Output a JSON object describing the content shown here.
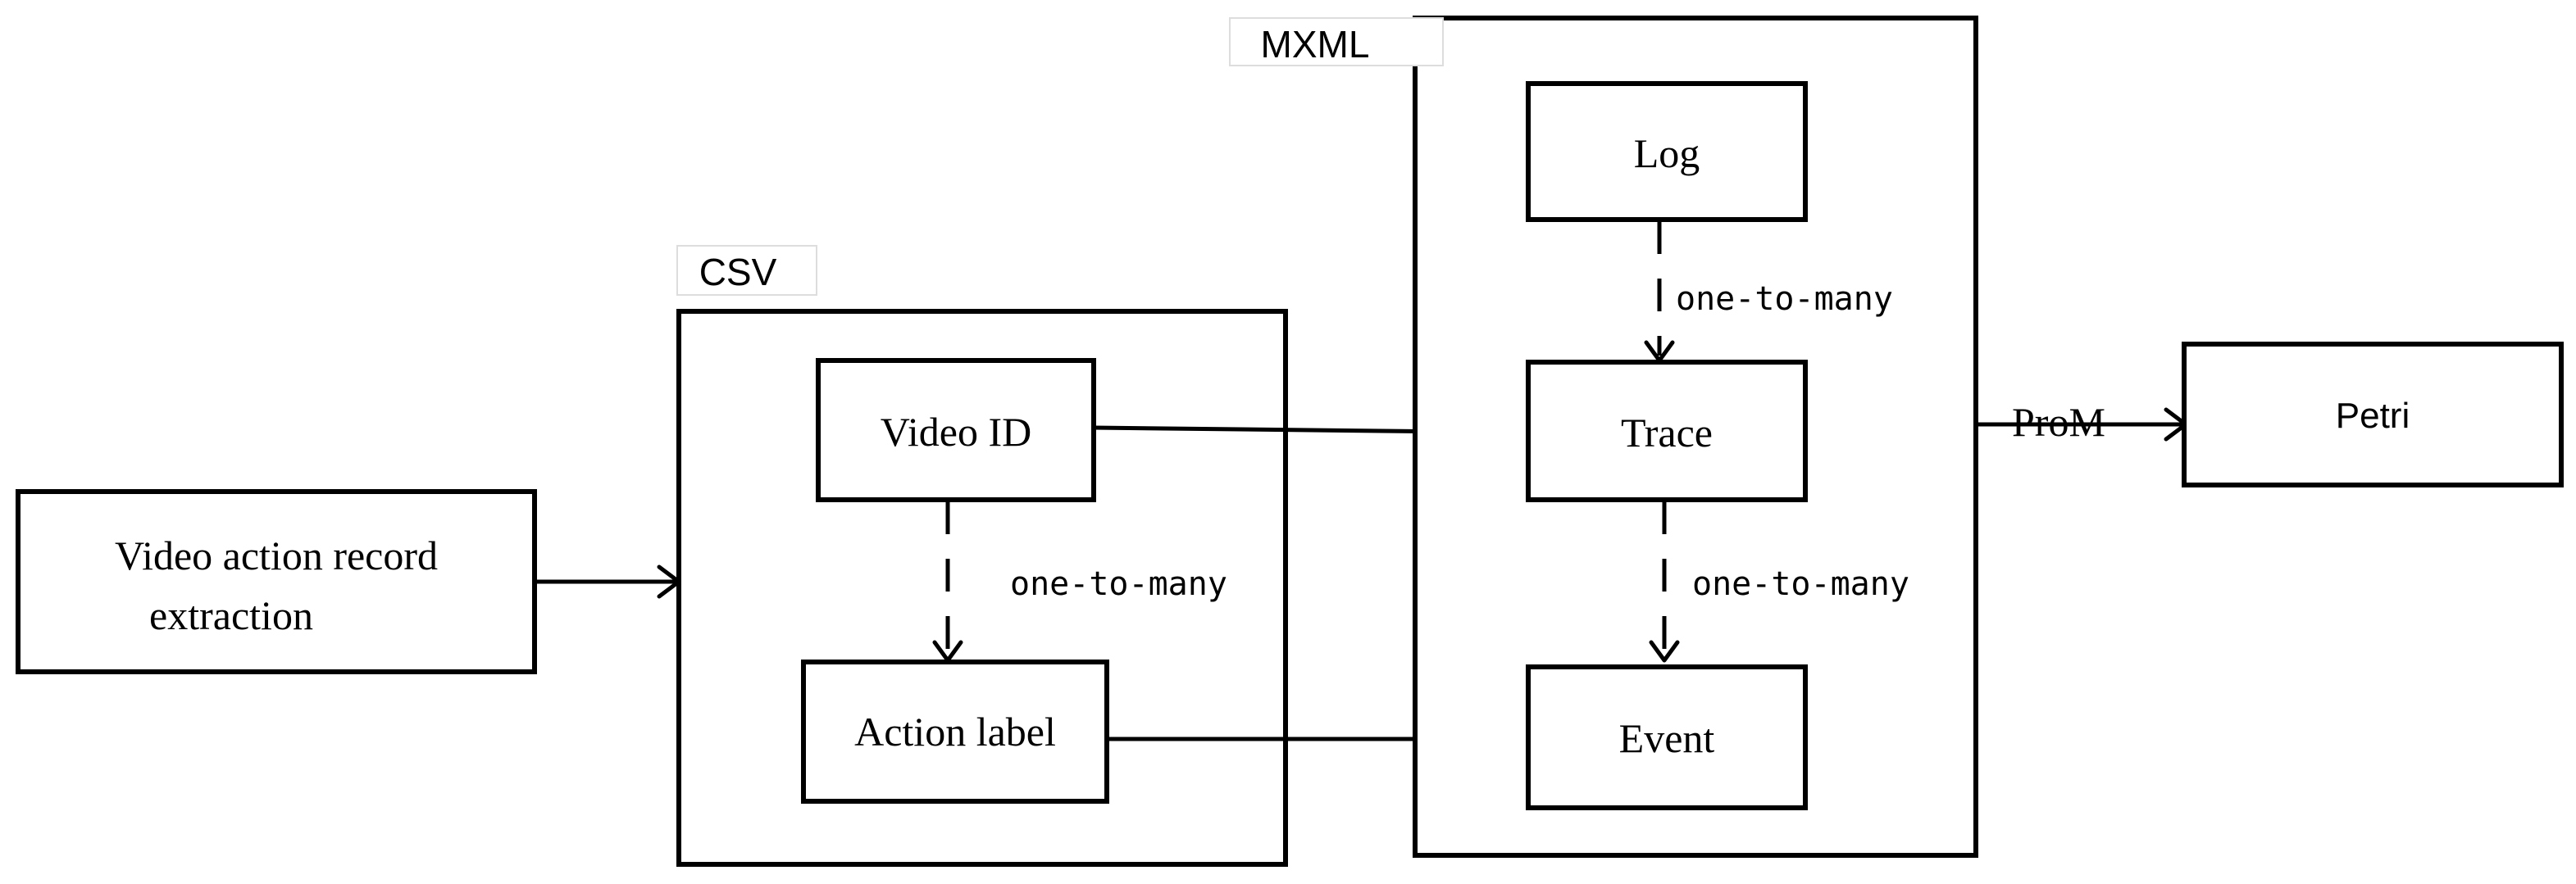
{
  "diagram": {
    "source": {
      "line1": "Video action record",
      "line2": "extraction"
    },
    "csv": {
      "tag": "CSV",
      "video_id": "Video ID",
      "action_label": "Action label",
      "relation": "one-to-many"
    },
    "mxml": {
      "tag": "MXML",
      "log": "Log",
      "trace": "Trace",
      "event": "Event",
      "relation_log_trace": "one-to-many",
      "relation_trace_event": "one-to-many"
    },
    "prom_label": "ProM",
    "petri": "Petri"
  }
}
